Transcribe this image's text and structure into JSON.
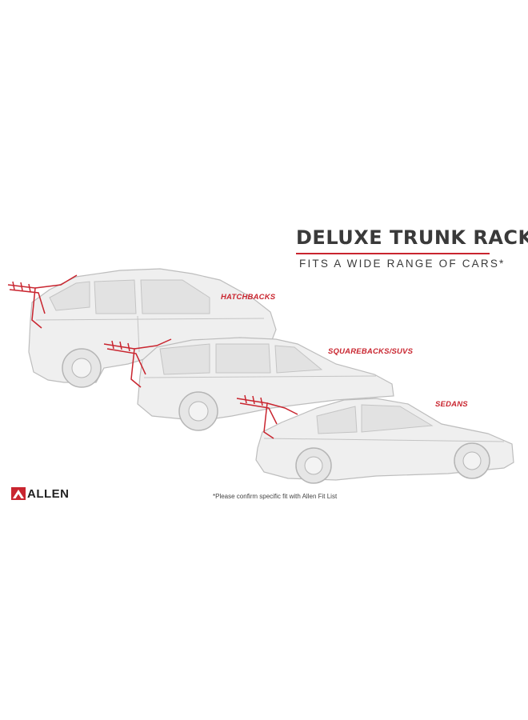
{
  "title": "DELUXE TRUNK RACK",
  "subtitle": "FITS A WIDE RANGE OF CARS*",
  "cars": [
    {
      "label": "HATCHBACKS"
    },
    {
      "label": "SQUAREBACKS/SUVS"
    },
    {
      "label": "SEDANS"
    }
  ],
  "footnote": "*Please confirm specific fit with Allen Fit List",
  "logo": {
    "text": "ALLEN",
    "icon": "allen-mountain-logo-icon"
  },
  "colors": {
    "accent": "#c9252f",
    "car_fill": "#efefef",
    "car_stroke": "#bdbdbd",
    "heading": "#3a3a3a"
  }
}
